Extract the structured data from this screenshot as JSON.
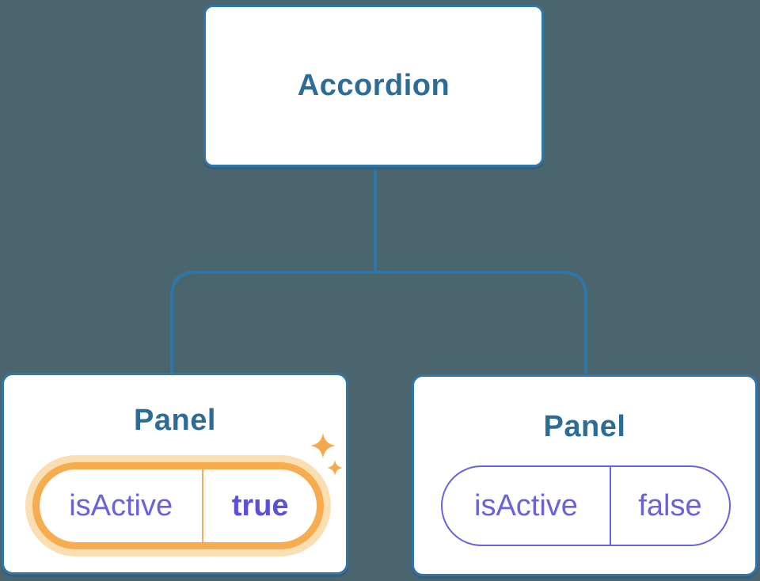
{
  "diagram": {
    "type": "component-tree",
    "root": {
      "label": "Accordion"
    },
    "children": [
      {
        "label": "Panel",
        "prop": {
          "name": "isActive",
          "value": "true"
        },
        "state": "active-highlighted",
        "icon": "sparkles-icon"
      },
      {
        "label": "Panel",
        "prop": {
          "name": "isActive",
          "value": "false"
        },
        "state": "inactive"
      }
    ]
  },
  "palette": {
    "background": "#4B656F",
    "connector_line": "#2E76A6",
    "node_fill": "#FFFFFF",
    "node_border": "#3076A8",
    "node_label_text": "#2D6C96",
    "prop_text": "#6A61DD",
    "prop_value_active_text": "#5B51D8",
    "inactive_pill_border": "#6963DF",
    "active_ring": "#F6AC4F",
    "active_halo": "#FBDFB2",
    "active_divider": "#F2AE5F",
    "sparkle": "#F6A94C"
  }
}
